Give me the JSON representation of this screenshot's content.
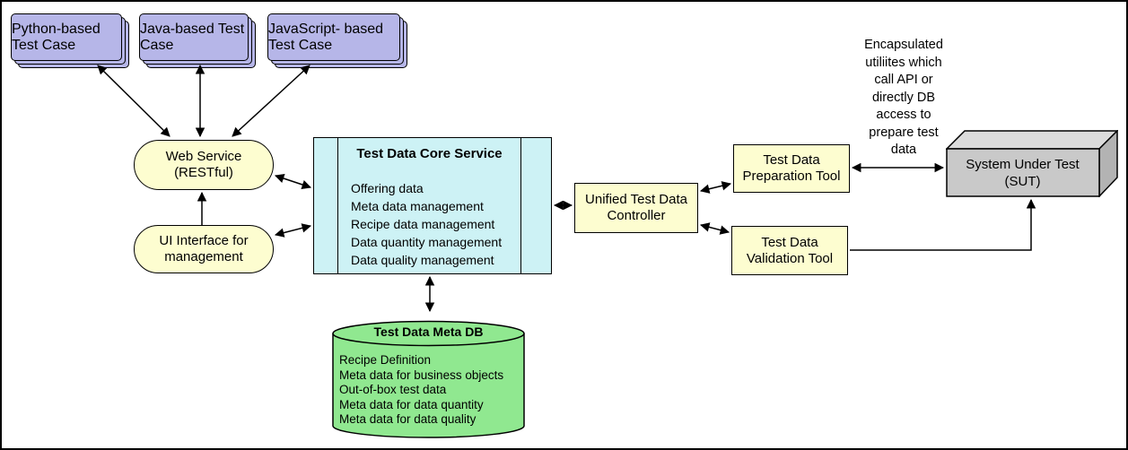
{
  "colors": {
    "test_case_fill": "#b6b6e8",
    "yellow_fill": "#fdfdd0",
    "core_fill": "#cdf2f5",
    "db_fill": "#90e890",
    "sut_front": "#c9c9c9",
    "sut_top": "#dbdbdb",
    "sut_side": "#b3b3b3",
    "line": "#000000",
    "background": "#ffffff"
  },
  "test_cases": [
    {
      "label": "Python-based\nTest Case"
    },
    {
      "label": "Java-based\nTest Case"
    },
    {
      "label": "JavaScript-\nbased Test Case"
    }
  ],
  "web_service": {
    "label": "Web Service\n(RESTful)"
  },
  "ui_interface": {
    "label": "UI Interface for\nmanagement"
  },
  "core_service": {
    "title": "Test Data Core Service",
    "items": [
      "Offering data",
      "Meta data management",
      "Recipe data management",
      "Data quantity management",
      "Data quality management"
    ]
  },
  "meta_db": {
    "title": "Test Data Meta DB",
    "items": [
      "Recipe Definition",
      "Meta data for business objects",
      "Out-of-box test data",
      "Meta data for data quantity",
      "Meta data for data quality"
    ]
  },
  "controller": {
    "label": "Unified Test Data\nController"
  },
  "preparation_tool": {
    "label": "Test Data\nPreparation Tool"
  },
  "validation_tool": {
    "label": "Test Data\nValidation Tool"
  },
  "sut": {
    "label": "System Under Test\n(SUT)"
  },
  "annotation": {
    "text": "Encapsulated\nutiliites which\ncall API or\ndirectly DB\naccess to\nprepare test\ndata"
  }
}
